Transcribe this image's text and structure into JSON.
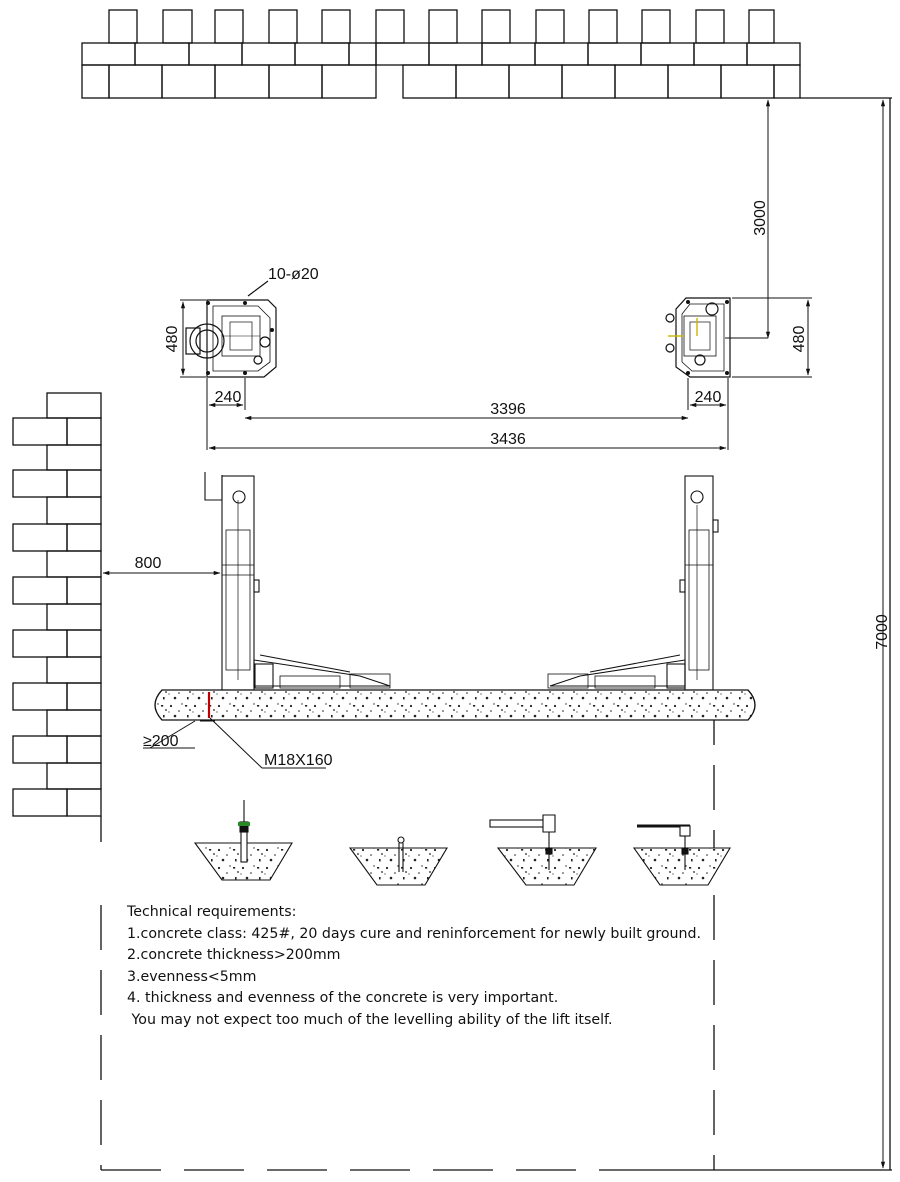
{
  "dimensions": {
    "wall_to_post": "3000",
    "hole_spec": "10-ø20",
    "base_depth_left": "480",
    "base_depth_right": "480",
    "base_width_left": "240",
    "base_width_right": "240",
    "inner_span": "3396",
    "outer_span": "3436",
    "side_clearance": "800",
    "bay_length": "7000",
    "concrete_min": "≥200",
    "anchor_bolt": "M18X160"
  },
  "technical_requirements": {
    "heading": "Technical requirements:",
    "items": [
      "1.concrete class: 425#, 20 days cure and reninforcement for newly built ground.",
      "2.concrete thickness>200mm",
      "3.evenness<5mm",
      "4. thickness and evenness of the concrete is very important.",
      " You may not expect too much of the levelling ability of the lift itself."
    ]
  },
  "anchor_install_steps": [
    "drill-hole",
    "insert-bolt",
    "hammer-bolt",
    "tighten-bolt"
  ]
}
